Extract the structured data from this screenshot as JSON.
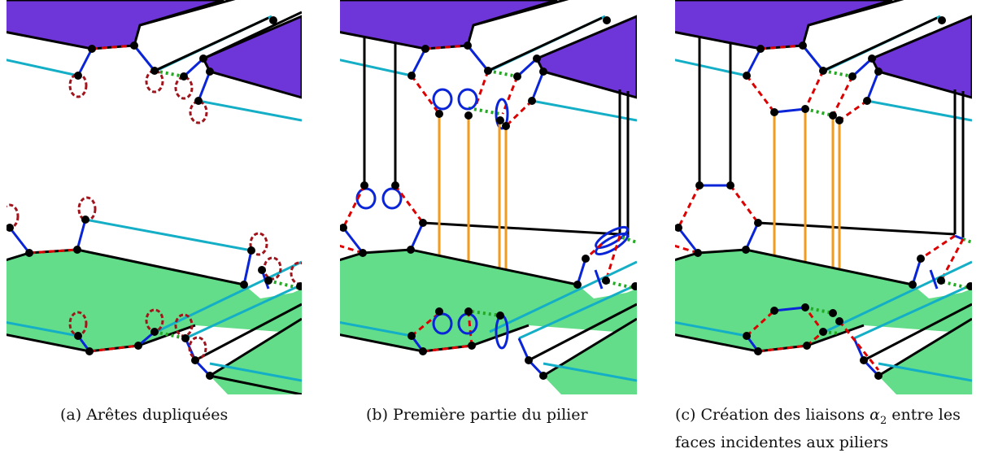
{
  "figure": {
    "panels": [
      {
        "id": "a",
        "label": "(a)",
        "title": "Arêtes dupliquées"
      },
      {
        "id": "b",
        "label": "(b)",
        "title": "Première partie du pilier"
      },
      {
        "id": "c",
        "label": "(c)",
        "title_before": "Création des liaisons",
        "alpha_symbol": "α",
        "alpha_index": "2",
        "title_after": "entre les",
        "title_line2": "faces incidentes aux piliers"
      }
    ],
    "colors": {
      "top_face": "#6e35d9",
      "bottom_face": "#63dd89",
      "alpha0_dashed": "#dd0000",
      "alpha1_blue": "#0a24d8",
      "alpha2_dotted": "#22aa22",
      "edge_cyan": "#14aec6",
      "pillar_orange": "#f29b1e",
      "loop_dark_red": "#a0141c",
      "vertex": "#000000"
    }
  }
}
